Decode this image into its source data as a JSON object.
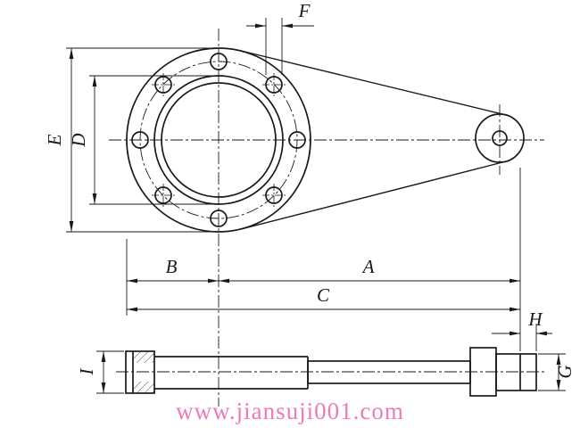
{
  "labels": {
    "F": "F",
    "E": "E",
    "D": "D",
    "B": "B",
    "A": "A",
    "C": "C",
    "H": "H",
    "I": "I",
    "G": "G"
  },
  "watermark": {
    "text": "www.jiansuji001.com",
    "color": "#ee7bb4"
  },
  "colors": {
    "line": "#1a1a1a",
    "background": "#ffffff"
  }
}
